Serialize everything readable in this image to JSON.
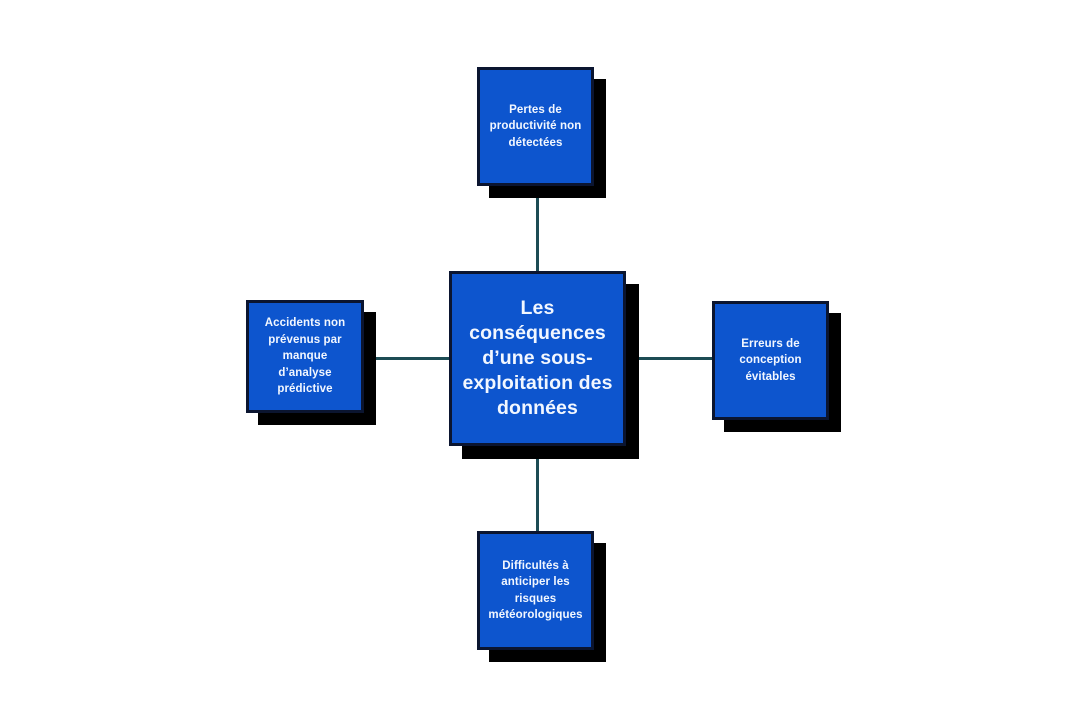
{
  "diagram": {
    "type": "mind-map",
    "orientation": "radial-cross",
    "background_color": "#ffffff",
    "node_fill_color": "#0d55ce",
    "node_border_color": "#0b1530",
    "node_shadow_color": "#000000",
    "node_text_color": "#f2f7ff",
    "connector_color": "#1d4c54",
    "center": {
      "id": "center",
      "label": "Les conséquences d’une sous-exploitation des données"
    },
    "branches": [
      {
        "id": "top",
        "position": "top",
        "label": "Pertes de productivité non détectées"
      },
      {
        "id": "left",
        "position": "left",
        "label": "Accidents non prévenus par manque d’analyse prédictive"
      },
      {
        "id": "right",
        "position": "right",
        "label": "Erreurs de conception évitables"
      },
      {
        "id": "bottom",
        "position": "bottom",
        "label": "Difficultés à anticiper les risques météorologiques"
      }
    ]
  }
}
